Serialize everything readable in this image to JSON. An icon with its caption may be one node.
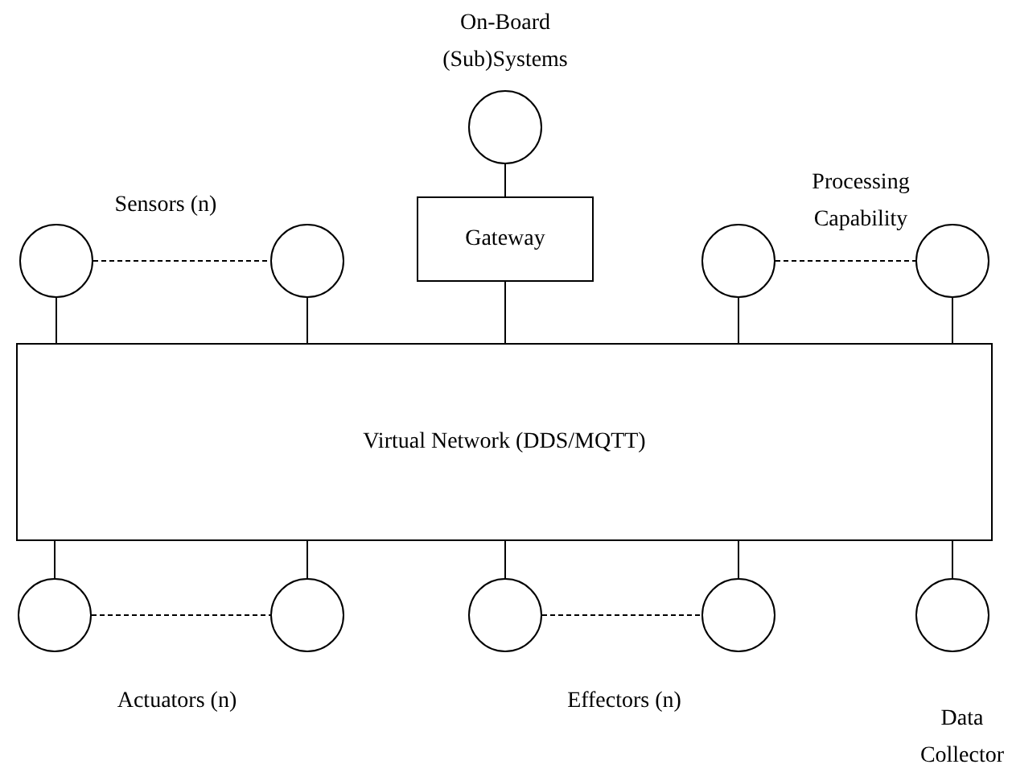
{
  "diagram": {
    "nodes": [
      {
        "text": [
          "On-Board (Sub)Systems"
        ]
      },
      {
        "text": [
          "Gateway"
        ]
      },
      {
        "text": [],
        "shape": "circle"
      },
      {
        "text": [],
        "shape": "circle"
      },
      {
        "text": [],
        "shape": "circle"
      },
      {
        "text": [],
        "shape": "circle"
      },
      {
        "text": [
          "Virtual Network (DDS/MQTT)"
        ]
      },
      {
        "text": [],
        "shape": "circle"
      },
      {
        "text": [],
        "shape": "circle"
      },
      {
        "text": [],
        "shape": "circle"
      },
      {
        "text": [],
        "shape": "circle"
      },
      {
        "text": [
          "Data Collector"
        ]
      }
    ],
    "edges": [
      {
        "from": 0,
        "to": 1,
        "arrow": "none"
      },
      {
        "from": 2,
        "to": 3,
        "arrow": "none",
        "style": "dashed"
      },
      {
        "from": 4,
        "to": 5,
        "arrow": "none",
        "style": "dashed"
      },
      {
        "from": 2,
        "to": 6,
        "arrow": "none"
      },
      {
        "from": 3,
        "to": 6,
        "arrow": "none"
      },
      {
        "from": 1,
        "to": 6,
        "arrow": "none"
      },
      {
        "from": 4,
        "to": 6,
        "arrow": "none"
      },
      {
        "from": 5,
        "to": 6,
        "arrow": "none"
      },
      {
        "from": 6,
        "to": 7,
        "arrow": "none"
      },
      {
        "from": 6,
        "to": 8,
        "arrow": "none"
      },
      {
        "from": 6,
        "to": 9,
        "arrow": "none"
      },
      {
        "from": 6,
        "to": 10,
        "arrow": "none"
      },
      {
        "from": 6,
        "to": 11,
        "arrow": "none"
      },
      {
        "from": 7,
        "to": 8,
        "arrow": "none",
        "style": "dashed"
      },
      {
        "from": 9,
        "to": 10,
        "arrow": "none",
        "style": "dashed"
      }
    ],
    "labels": [
      "Sensors (n)",
      "Processing Capability",
      "Actuators (n)",
      "Effectors (n)"
    ]
  }
}
